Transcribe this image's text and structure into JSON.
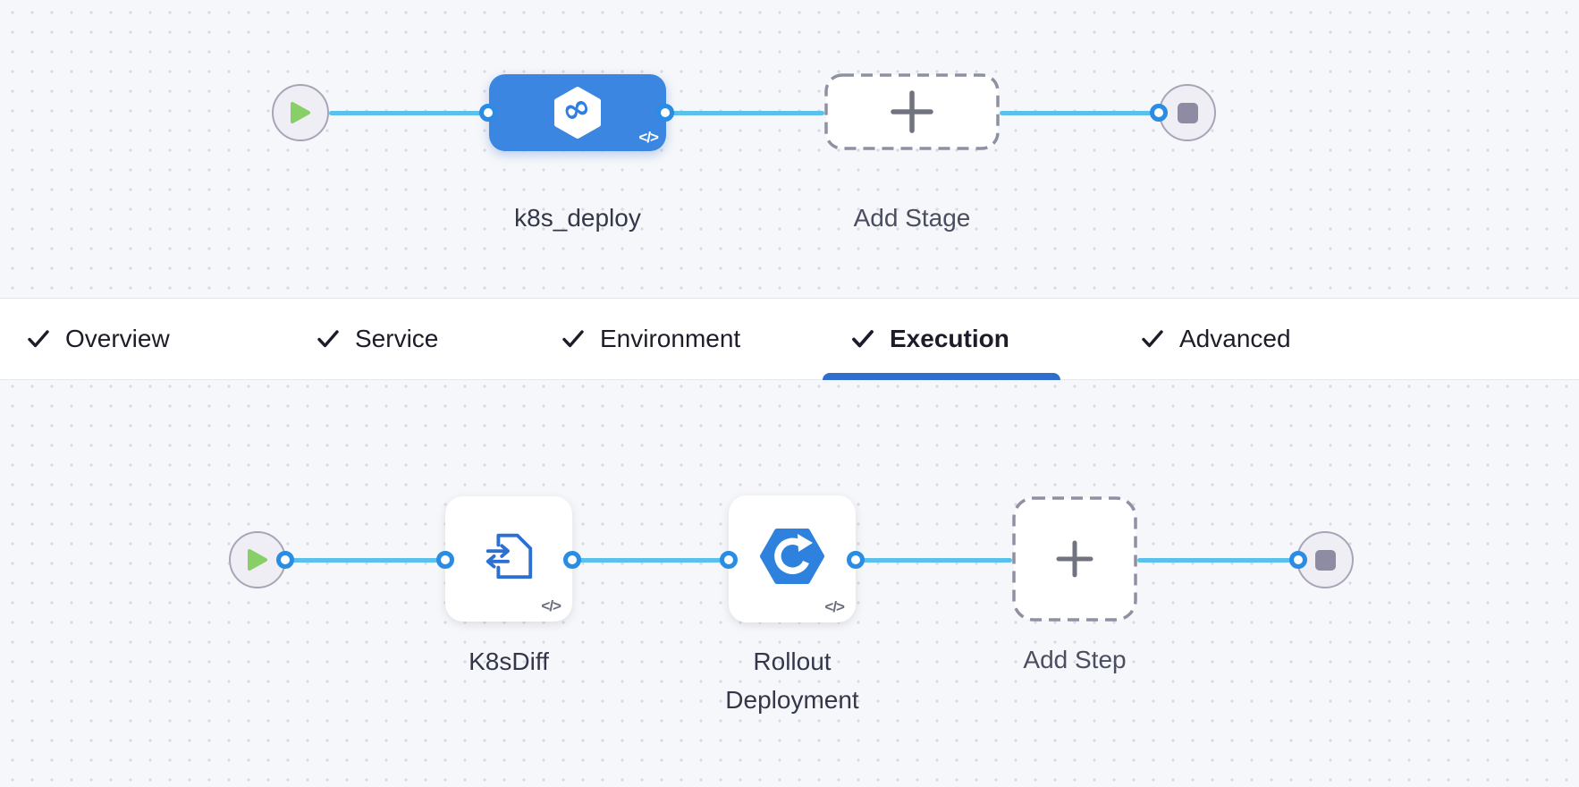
{
  "tabbar": {
    "tabs": [
      {
        "label": "Overview",
        "checked": true,
        "active": false
      },
      {
        "label": "Service",
        "checked": true,
        "active": false
      },
      {
        "label": "Environment",
        "checked": true,
        "active": false
      },
      {
        "label": "Execution",
        "checked": true,
        "active": true
      },
      {
        "label": "Advanced",
        "checked": true,
        "active": false
      }
    ]
  },
  "stage_pipeline": {
    "stage": {
      "label": "k8s_deploy",
      "code_badge": "</>",
      "icon": "harness-stage-hexagon"
    },
    "add_stage": {
      "label": "Add Stage"
    }
  },
  "execution_pipeline": {
    "steps": [
      {
        "label": "K8sDiff",
        "code_badge": "</>",
        "icon": "k8s-diff-manifest"
      },
      {
        "label": "Rollout Deployment",
        "code_badge": "</>",
        "icon": "rollout-redeploy-hexagon"
      }
    ],
    "add_step": {
      "label": "Add Step"
    }
  },
  "colors": {
    "node_blue": "#3a86e0",
    "connector_blue": "#5ac0ec",
    "port_blue": "#2a8ce2",
    "underline_blue": "#2f6ecf",
    "play_green": "#87cf66",
    "stop_gray": "#8e8ca2",
    "canvas_bg": "#f6f7fa"
  }
}
